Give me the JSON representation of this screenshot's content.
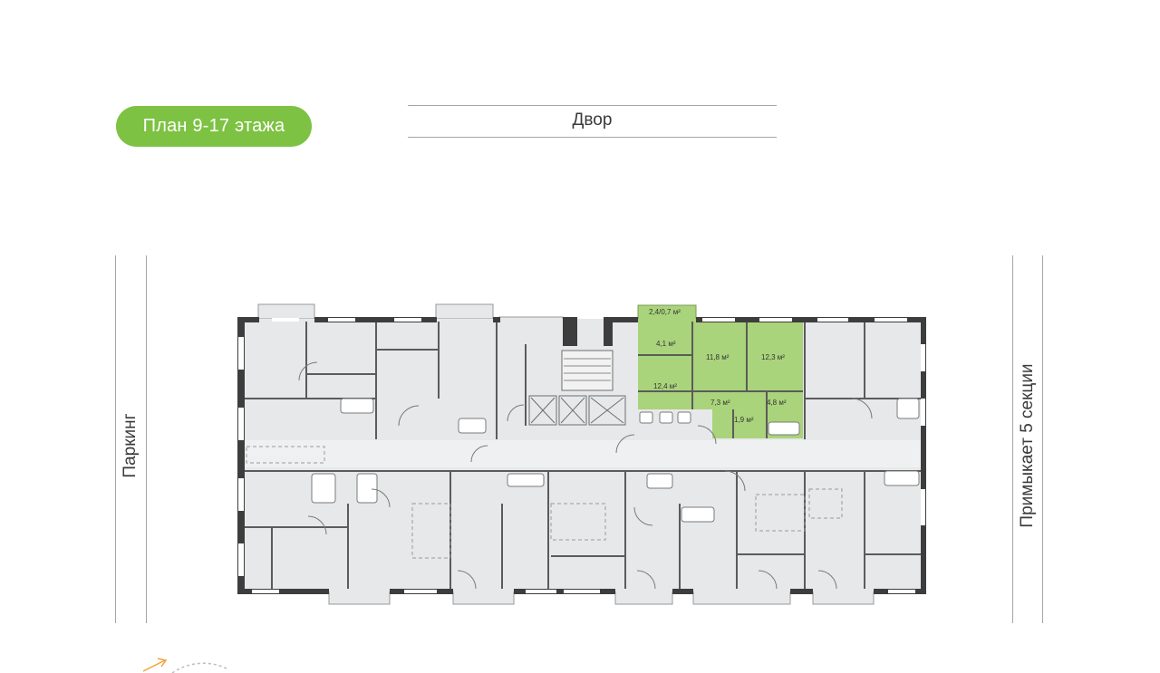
{
  "colors": {
    "accent": "#7dc242",
    "highlight_fill": "#a9d47b",
    "wall": "#3d3d3d",
    "room_fill": "#e7e8ea"
  },
  "floor_badge": {
    "label": "План 9-17 этажа"
  },
  "yard": {
    "label": "Двор"
  },
  "left_side": {
    "label": "Паркинг"
  },
  "right_side": {
    "label": "Примыкает 5 секции"
  },
  "apartment": {
    "area_labels": [
      "2,4/0,7 м²",
      "4,1 м²",
      "11,8 м²",
      "12,3 м²",
      "12,4 м²",
      "7,3 м²",
      "4,8 м²",
      "1,9 м²"
    ]
  },
  "compass_icon": "compass-icon"
}
